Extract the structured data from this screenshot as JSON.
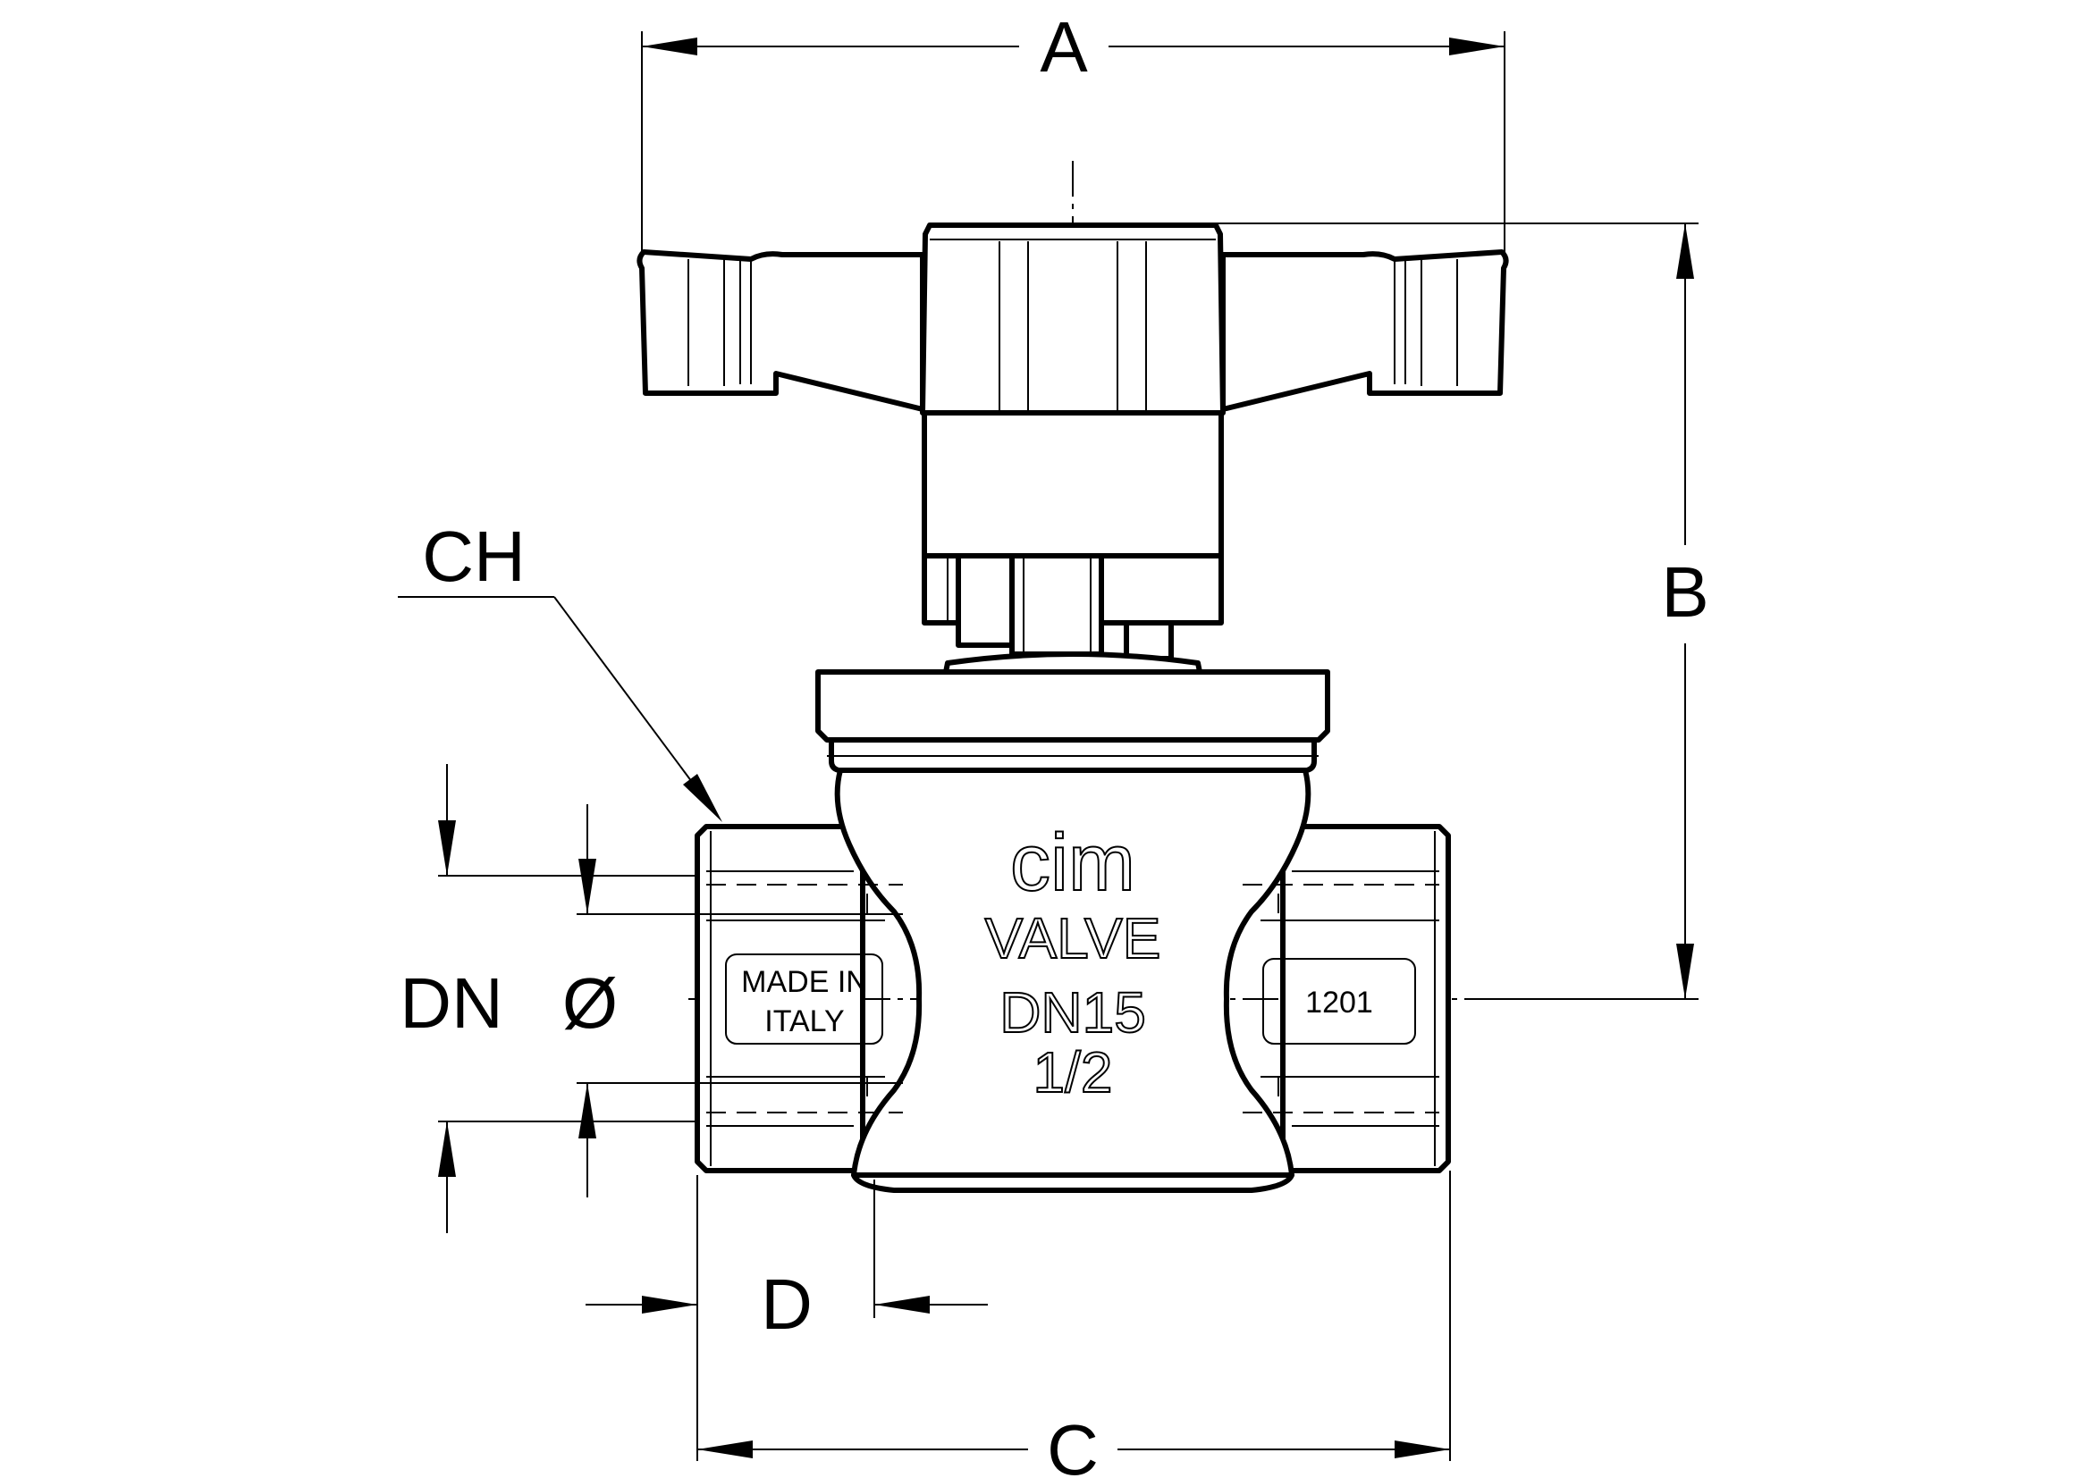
{
  "dimensions": {
    "a": "A",
    "b": "B",
    "c": "C",
    "d": "D",
    "ch": "CH",
    "dn": "DN",
    "phi": "Ø"
  },
  "markings": {
    "brand": "cim",
    "valve": "VALVE",
    "dn_size": "DN15",
    "thread_size": "1/2",
    "origin_line1": "MADE IN",
    "origin_line2": "ITALY",
    "code": "1201"
  }
}
